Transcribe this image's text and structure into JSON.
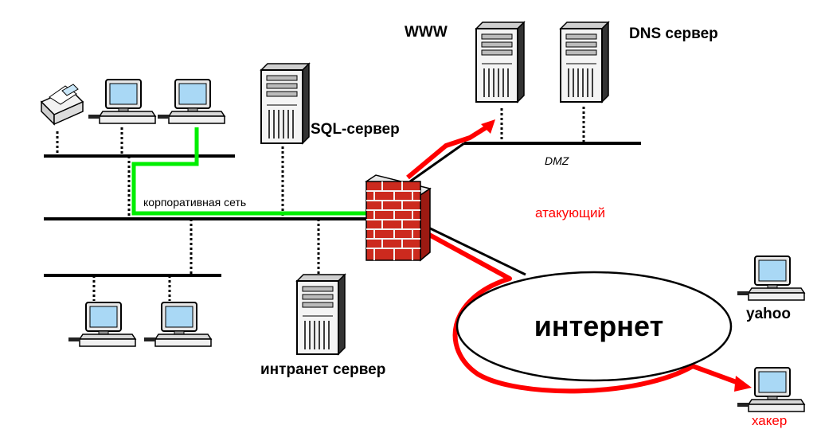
{
  "labels": {
    "www": "WWW",
    "dns": "DNS сервер",
    "sql": "SQL-сервер",
    "dmz": "DMZ",
    "corp_net": "корпоративная сеть",
    "attacker": "атакующий",
    "internet": "интернет",
    "intranet": "интранет сервер",
    "yahoo": "yahoo",
    "hacker": "хакер"
  },
  "colors": {
    "attack_path": "#ff0000",
    "internal_path": "#00ee00",
    "attacker_text": "#ff0000",
    "hacker_text": "#ff0000",
    "firewall_brick": "#cc2a1e"
  }
}
